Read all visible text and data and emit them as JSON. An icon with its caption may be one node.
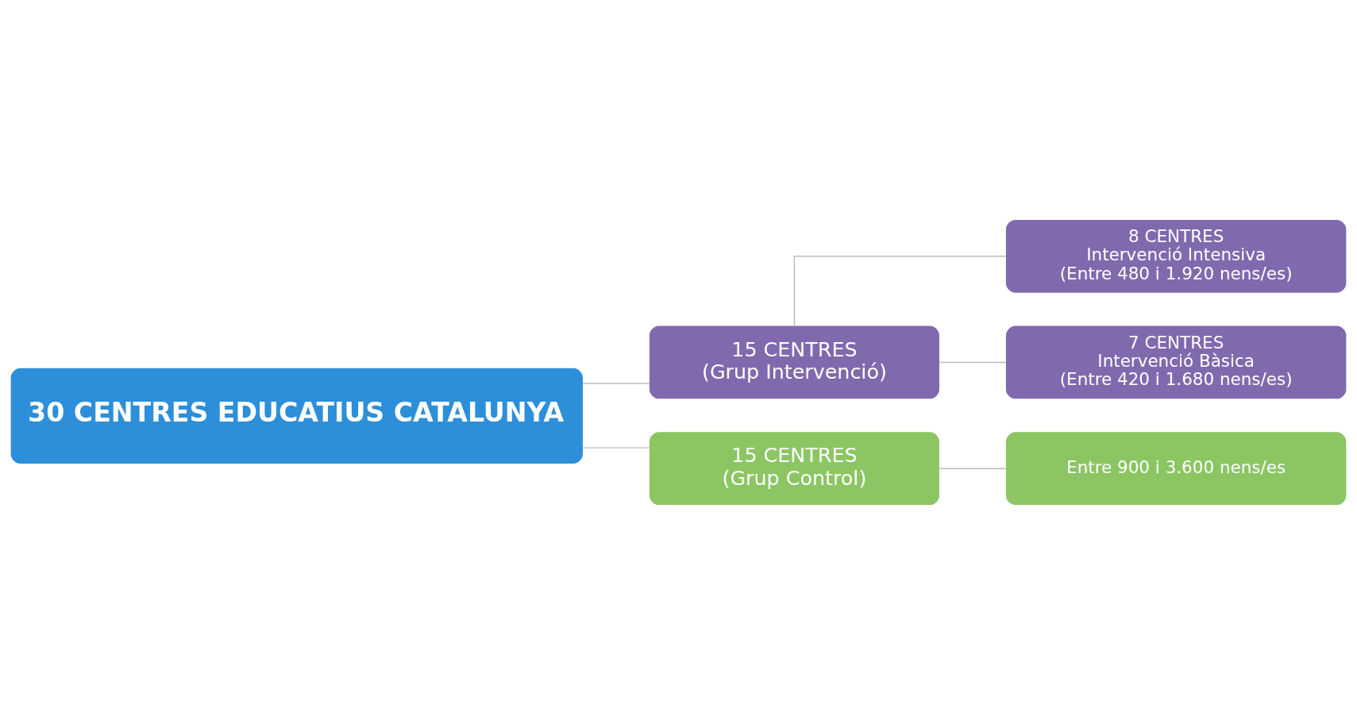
{
  "diagram": {
    "nodes": [
      {
        "text": [
          "30 CENTRES EDUCATIUS CATALUNYA"
        ]
      },
      {
        "text": [
          "15 CENTRES",
          "(Grup Intervenció)"
        ]
      },
      {
        "text": [
          "8 CENTRES",
          "Intervenció Intensiva",
          "(Entre 480 i 1.920 nens/es)"
        ]
      },
      {
        "text": [
          "7 CENTRES",
          "Intervenció Bàsica",
          "(Entre 420 i 1.680 nens/es)"
        ]
      },
      {
        "text": [
          "15 CENTRES",
          "(Grup Control)"
        ]
      },
      {
        "text": [
          "Entre 900 i 3.600 nens/es"
        ]
      }
    ],
    "edges": [
      {
        "from": 0,
        "to": 1,
        "arrow": "none"
      },
      {
        "from": 0,
        "to": 4,
        "arrow": "none"
      },
      {
        "from": 1,
        "to": 2,
        "arrow": "none"
      },
      {
        "from": 1,
        "to": 3,
        "arrow": "none"
      },
      {
        "from": 4,
        "to": 5,
        "arrow": "none"
      }
    ]
  }
}
